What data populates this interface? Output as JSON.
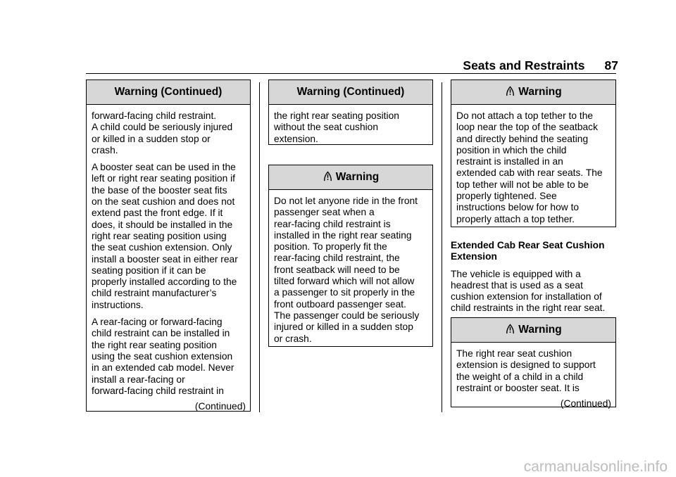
{
  "header": {
    "section_title": "Seats and Restraints",
    "page_number": "87"
  },
  "col1_box": {
    "heading": "Warning  (Continued)",
    "paragraphs": [
      "forward-facing child restraint.\nA child could be seriously injured\nor killed in a sudden stop or\ncrash.",
      "A booster seat can be used in the\nleft or right rear seating position if\nthe base of the booster seat fits\non the seat cushion and does not\nextend past the front edge. If it\ndoes, it should be installed in the\nright rear seating position using\nthe seat cushion extension. Only\ninstall a booster seat in either rear\nseating position if it can be\nproperly installed according to the\nchild restraint manufacturer’s\ninstructions.",
      "A rear-facing or forward-facing\nchild restraint can be installed in\nthe right rear seating position\nusing the seat cushion extension\nin an extended cab model. Never\ninstall a rear-facing or\nforward-facing child restraint in"
    ],
    "continued": "(Continued)"
  },
  "col2_box1": {
    "heading": "Warning  (Continued)",
    "paragraphs": [
      "the right rear seating position\nwithout the seat cushion\nextension."
    ]
  },
  "col2_box2": {
    "heading": "Warning",
    "icon": "warning-icon",
    "paragraphs": [
      "Do not let anyone ride in the front\npassenger seat when a\nrear-facing child restraint is\ninstalled in the right rear seating\nposition. To properly fit the\nrear-facing child restraint, the\nfront seatback will need to be\ntilted forward which will not allow\na passenger to sit properly in the\nfront outboard passenger seat.\nThe passenger could be seriously\ninjured or killed in a sudden stop\nor crash."
    ]
  },
  "col3_box1": {
    "heading": "Warning",
    "icon": "warning-icon",
    "paragraphs": [
      "Do not attach a top tether to the\nloop near the top of the seatback\nand directly behind the seating\nposition in which the child\nrestraint is installed in an\nextended cab with rear seats. The\ntop tether will not be able to be\nproperly tightened. See\ninstructions below for how to\nproperly attach a top tether."
    ]
  },
  "col3_text": {
    "subheading": "Extended Cab Rear Seat Cushion\nExtension",
    "paragraph": "The vehicle is equipped with a\nheadrest that is used as a seat\ncushion extension for installation of\nchild restraints in the right rear seat."
  },
  "col3_box2": {
    "heading": "Warning",
    "icon": "warning-icon",
    "paragraphs": [
      "The right rear seat cushion\nextension is designed to support\nthe weight of a child in a child\nrestraint or booster seat. It is"
    ],
    "continued": "(Continued)"
  },
  "watermark": "carmanualsonline.info"
}
